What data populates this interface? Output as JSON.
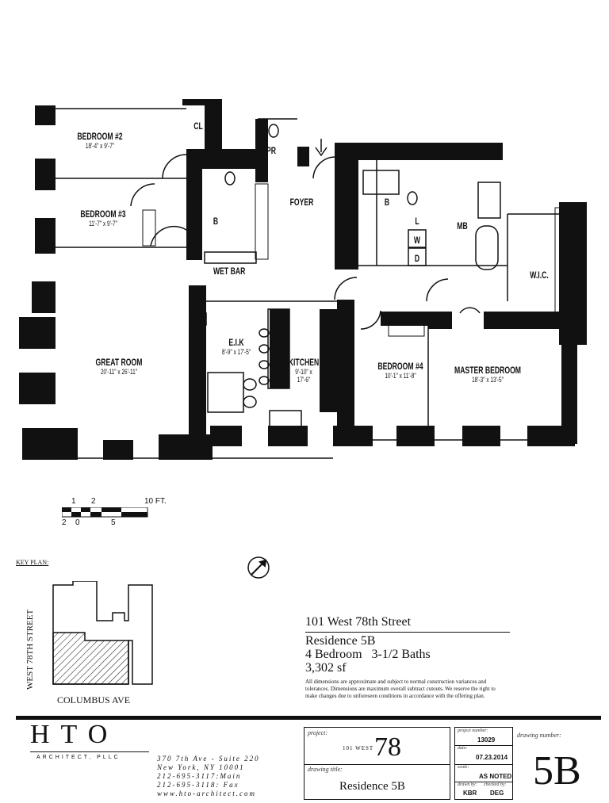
{
  "rooms": {
    "bedroom2": {
      "name": "BEDROOM #2",
      "dim": "18'-4\" x 9'-7\""
    },
    "closet": {
      "name": "CL"
    },
    "powder": {
      "name": "PR"
    },
    "bedroom3": {
      "name": "BEDROOM #3",
      "dim": "11'-7\" x 9'-7\""
    },
    "bath_left": {
      "name": "B"
    },
    "foyer": {
      "name": "FOYER"
    },
    "bath_right": {
      "name": "B"
    },
    "master_bath": {
      "name": "MB"
    },
    "laundry_l": {
      "name": "L"
    },
    "laundry_w": {
      "name": "W"
    },
    "laundry_d": {
      "name": "D"
    },
    "wic": {
      "name": "W.I.C."
    },
    "wet_bar": {
      "name": "WET BAR"
    },
    "great_room": {
      "name": "GREAT ROOM",
      "dim": "20'-11\" x 26'-11\""
    },
    "eik": {
      "name": "E.I.K",
      "dim": "8'-9\" x 17'-5\""
    },
    "kitchen": {
      "name": "KITCHEN",
      "dim1": "9'-10\" x",
      "dim2": "17'-6\""
    },
    "bedroom4": {
      "name": "BEDROOM #4",
      "dim": "10'-1\" x 11'-8\""
    },
    "master_bedroom": {
      "name": "MASTER BEDROOM",
      "dim": "18'-3\" x 13'-5\""
    }
  },
  "scale_bar": {
    "top_labels": [
      "1",
      "2",
      "10 FT."
    ],
    "bottom_labels": [
      "2",
      "0",
      "5"
    ]
  },
  "key_plan": {
    "label": "KEY PLAN:",
    "street_vertical": "WEST 78TH STREET",
    "street_horizontal": "COLUMBUS AVE"
  },
  "residence": {
    "address": "101 West 78th Street",
    "unit": "Residence 5B",
    "rooms_line": "4 Bedroom   3-1/2 Baths",
    "area": "3,302 sf",
    "disclaimer": "All dimensions are approximate and subject to normal construction variances and tolerances. Dimensions are maximum overall subtract cutouts. We reserve the right to make changes due to unforeseen conditions in accordance with the offering plan."
  },
  "title_block": {
    "firm_logo": "HTO",
    "firm_sub": "ARCHITECT, PLLC",
    "address_lines": [
      "370 7th Ave - Suite 220",
      "New York, NY 10001",
      "212-695-3117:Main",
      "212-695-3118: Fax",
      "www.hto-architect.com"
    ],
    "project_label": "project:",
    "project_logo_text": "101 WEST",
    "project_logo_number": "78",
    "drawing_title_label": "drawing title:",
    "drawing_title": "Residence 5B",
    "project_number_label": "project number:",
    "project_number": "13029",
    "date_label": "date:",
    "date": "07.23.2014",
    "scale_label": "scale:",
    "scale": "AS NOTED",
    "drawn_by_label": "drawn by:",
    "drawn_by": "KBR",
    "checked_by_label": "checked by:",
    "checked_by": "DEG",
    "drawing_number_label": "drawing number:",
    "drawing_number": "5B"
  }
}
